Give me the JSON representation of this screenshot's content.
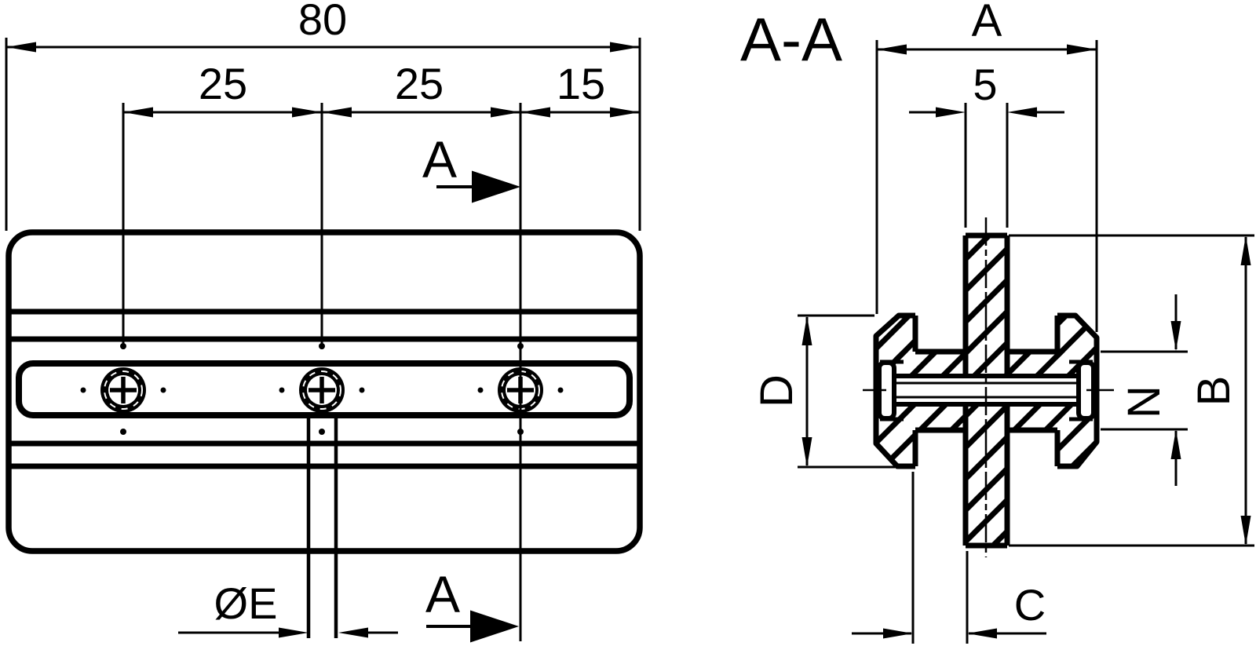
{
  "drawing": {
    "front_view": {
      "dims": {
        "total_length": "80",
        "pitch_left": "25",
        "pitch_right": "25",
        "end_offset": "15",
        "hole_diameter": "ØE"
      },
      "section_marker": {
        "top": "A",
        "bottom": "A"
      }
    },
    "section_view": {
      "title": "A-A",
      "dims": {
        "overall_width": "A",
        "tongue_width": "5",
        "flange_height": "D",
        "groove_height": "N",
        "overall_height": "B",
        "offset": "C"
      }
    },
    "colors": {
      "line": "#000000",
      "background": "#ffffff"
    }
  }
}
